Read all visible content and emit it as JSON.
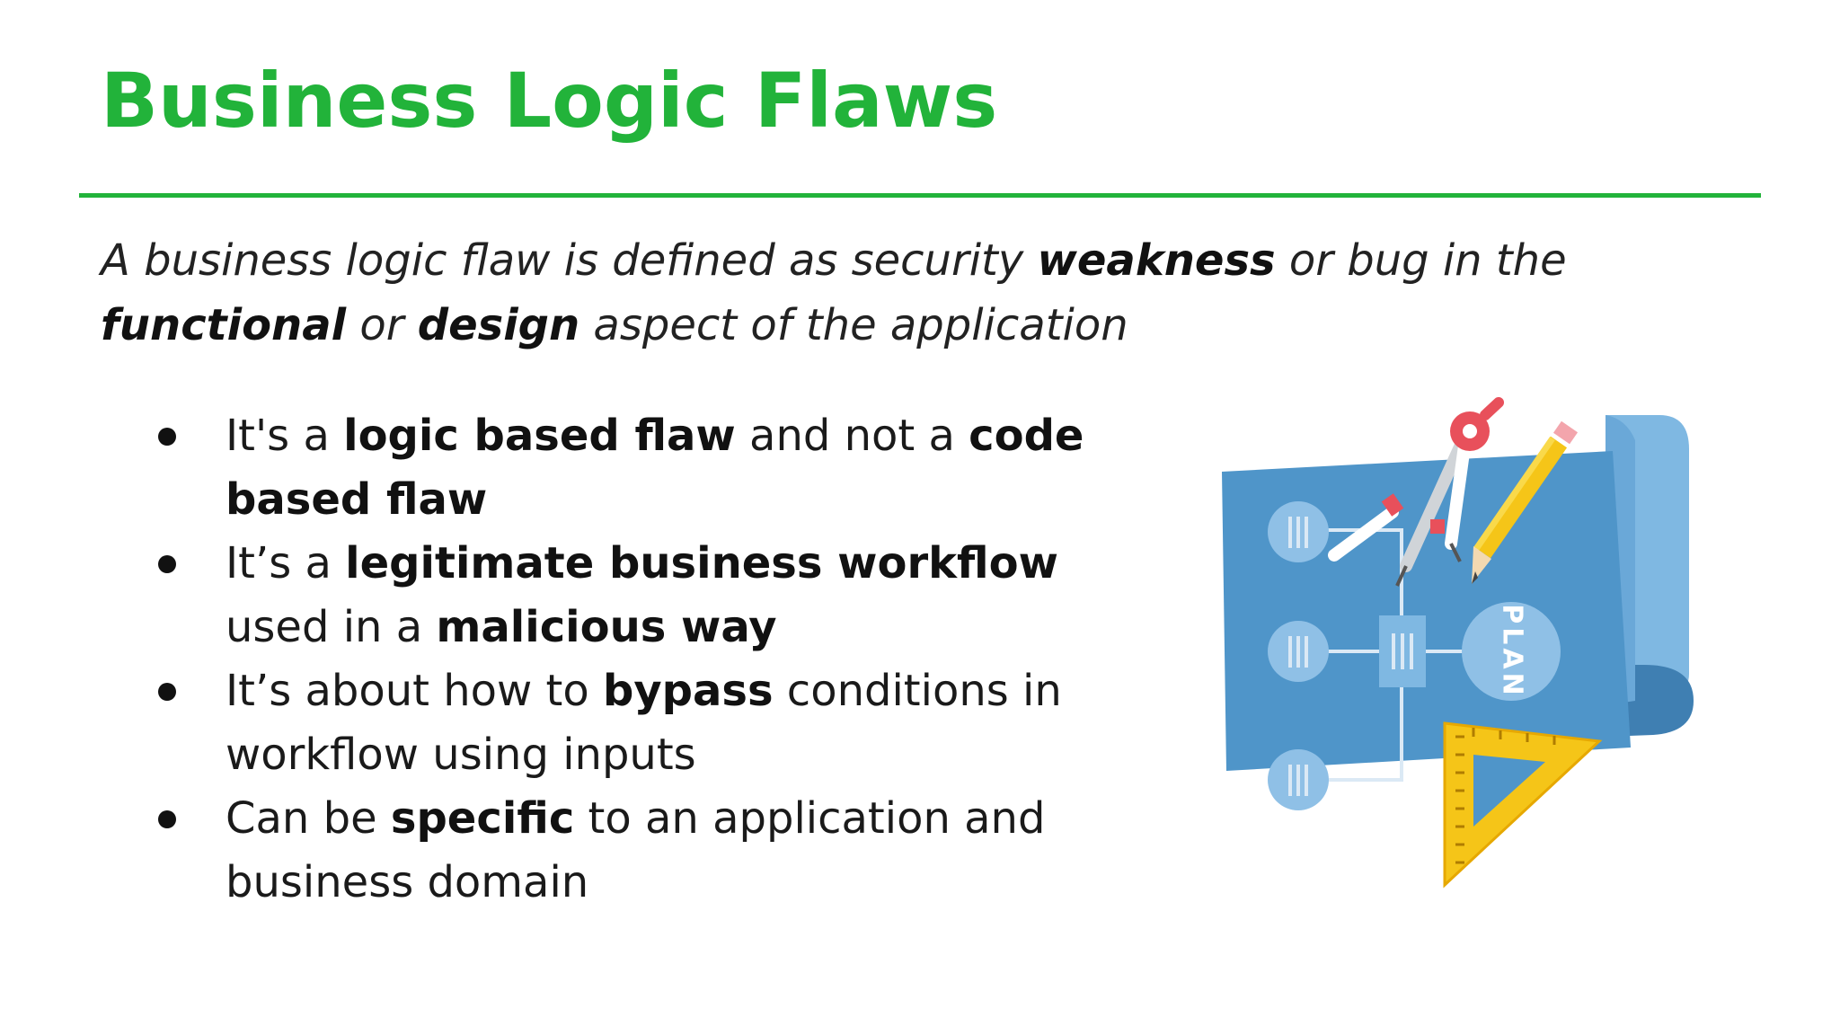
{
  "slide": {
    "title": "Business Logic Flaws",
    "definition": {
      "p1": "A business logic flaw is defined as security ",
      "b1": "weakness",
      "p2": " or bug in the ",
      "b2": "functional",
      "p3": " or ",
      "b3": "design",
      "p4": " aspect of the application"
    },
    "bullets": [
      {
        "t1": "It's a ",
        "b1": "logic based flaw",
        "t2": " and not a ",
        "b2": "code based flaw"
      },
      {
        "t1": "It’s a ",
        "b1": "legitimate business workflow",
        "t2": " used in a ",
        "b2": "malicious way"
      },
      {
        "t1": "It’s about how to ",
        "b1": "bypass",
        "t2": " conditions in workflow using inputs"
      },
      {
        "t1": "Can be ",
        "b1": "specific",
        "t2": " to an application and business domain"
      }
    ],
    "illustration": {
      "icon": "blueprint-plan-icon",
      "label": "PLAN"
    },
    "colors": {
      "accent": "#22b33a",
      "blueprint": "#4f95c9",
      "blueprint_light": "#7fb8e2",
      "pencil": "#f5c518",
      "compass_red": "#e8505b"
    }
  }
}
